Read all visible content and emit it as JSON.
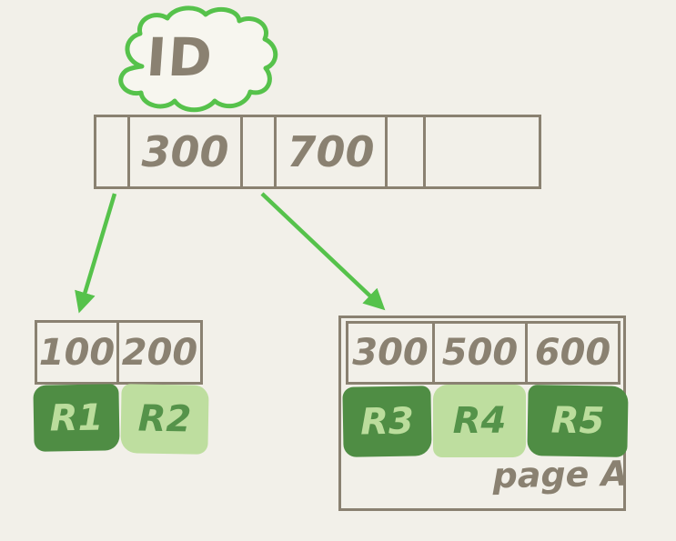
{
  "colors": {
    "background": "#f2f0e9",
    "ink": "#8a8171",
    "green_bright": "#56c24b",
    "green_dark": "#4f8d44",
    "green_light": "#bede9f",
    "record_text_on_dark": "#bbdd9c",
    "record_text_on_light": "#55934a"
  },
  "cloud": {
    "label": "ID"
  },
  "root_node": {
    "cells": [
      {
        "label": ""
      },
      {
        "label": "300"
      },
      {
        "label": ""
      },
      {
        "label": "700"
      },
      {
        "label": ""
      },
      {
        "label": ""
      }
    ]
  },
  "left_leaf": {
    "keys": [
      {
        "label": "100"
      },
      {
        "label": "200"
      }
    ],
    "records": [
      {
        "label": "R1",
        "variant": "dark"
      },
      {
        "label": "R2",
        "variant": "light"
      }
    ]
  },
  "right_page": {
    "keys": [
      {
        "label": "300"
      },
      {
        "label": "500"
      },
      {
        "label": "600"
      }
    ],
    "records": [
      {
        "label": "R3",
        "variant": "dark"
      },
      {
        "label": "R4",
        "variant": "light"
      },
      {
        "label": "R5",
        "variant": "dark"
      }
    ],
    "caption": "page A"
  }
}
